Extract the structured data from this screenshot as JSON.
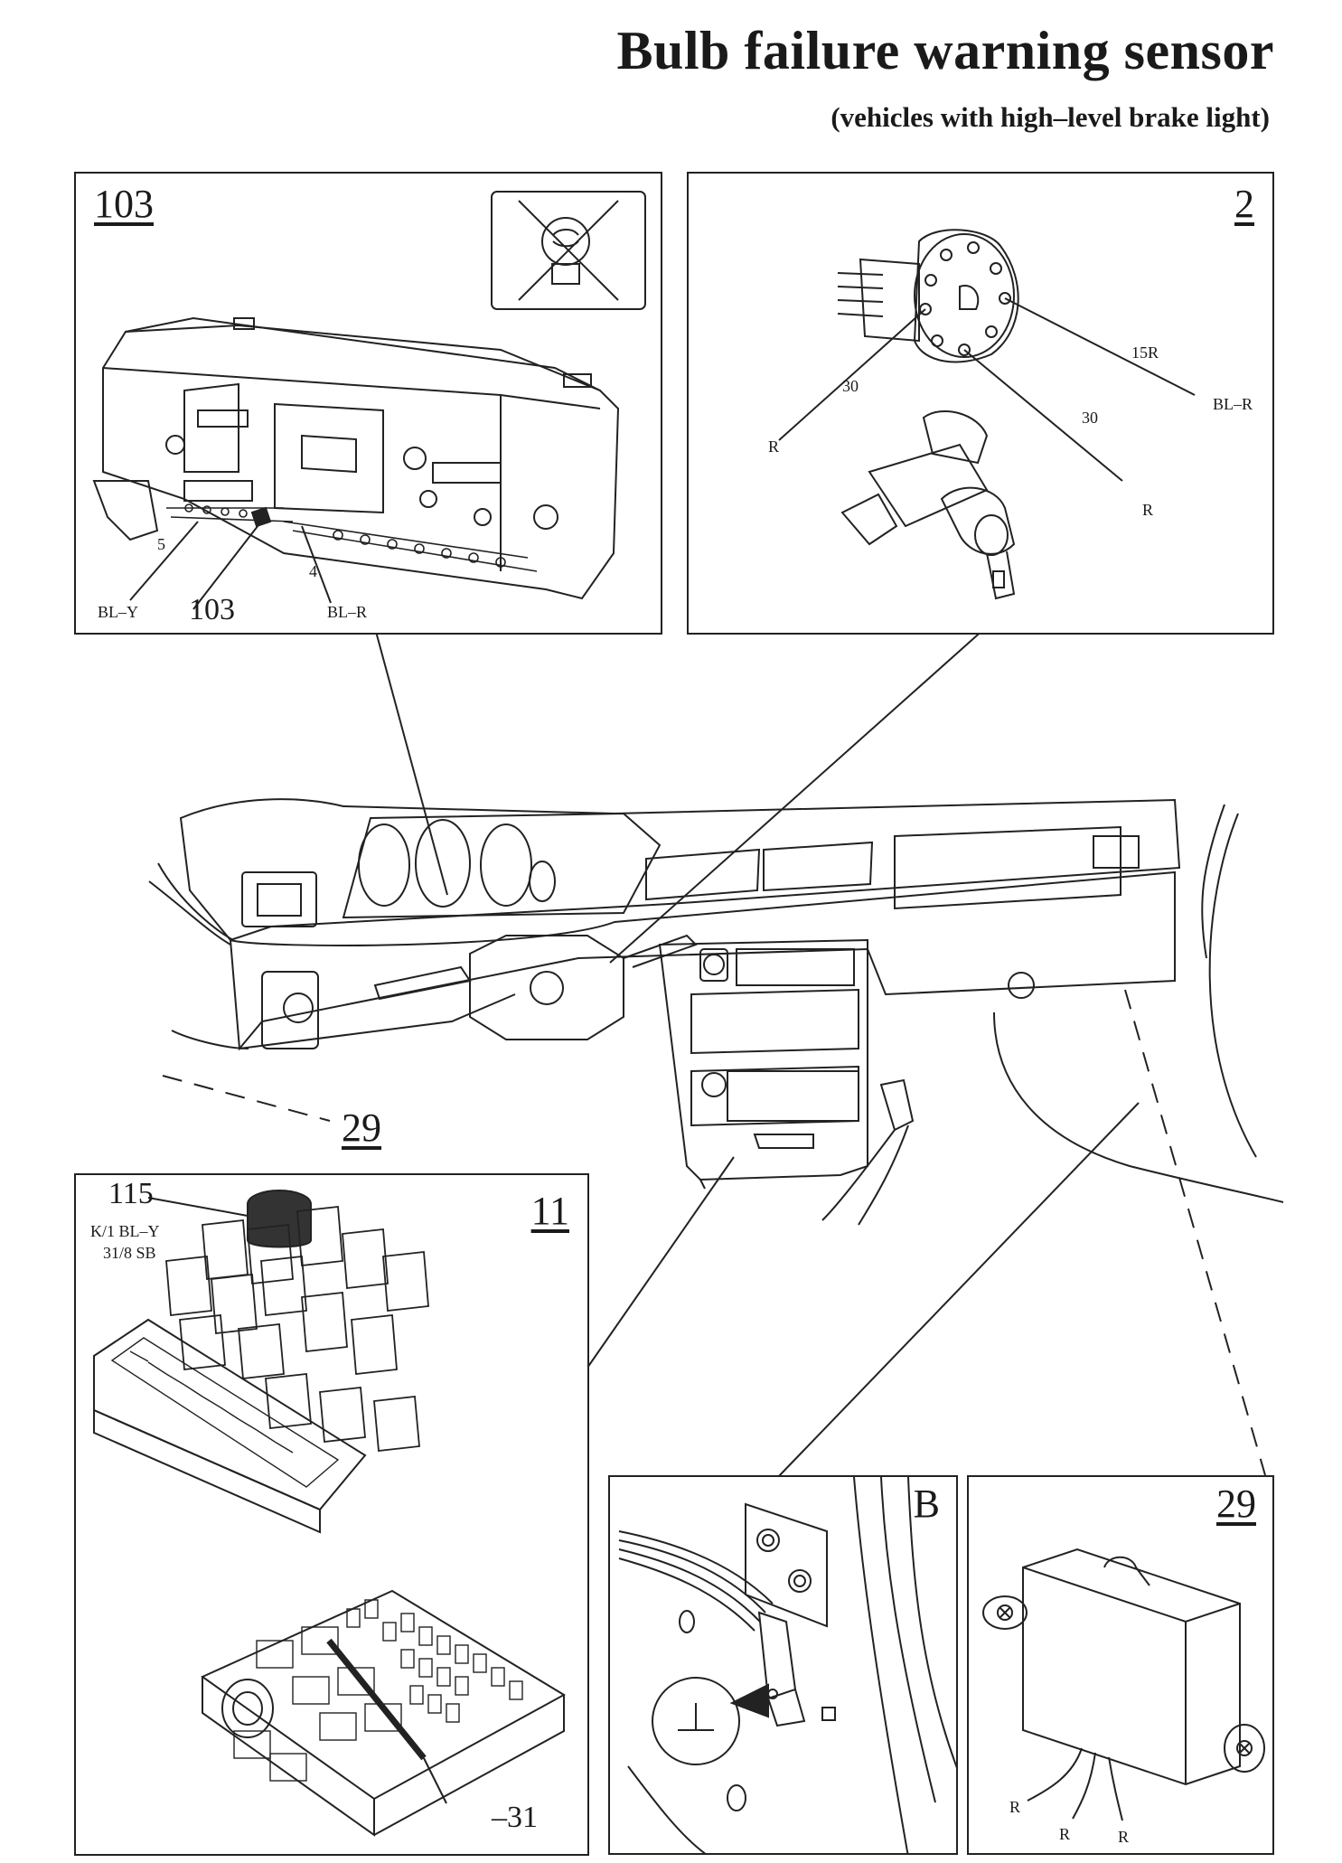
{
  "title": "Bulb failure warning sensor",
  "subtitle": "(vehicles with high–level brake light)",
  "panels": {
    "p103": {
      "number": "103",
      "labels": {
        "c5": "5",
        "bly": "BL–Y",
        "n103": "103",
        "c4": "4",
        "blr": "BL–R"
      },
      "icon": "bulb-crossed-icon"
    },
    "p2": {
      "number": "2",
      "labels": {
        "r15": "15R",
        "blr": "BL–R",
        "t30a": "30",
        "t30b": "30",
        "ra": "R",
        "rb": "R"
      }
    },
    "p11": {
      "number": "11",
      "labels": {
        "n115": "115",
        "k1": "K/1 BL–Y",
        "s31": "31/8 SB",
        "m31": "–31"
      }
    },
    "pB": {
      "letter": "B"
    },
    "p29": {
      "number": "29",
      "labels": {
        "r1": "R",
        "r2": "R",
        "r3": "R"
      }
    }
  },
  "scene": {
    "label29": "29"
  },
  "colors": {
    "ink": "#1a1a1a",
    "paper": "#ffffff"
  }
}
